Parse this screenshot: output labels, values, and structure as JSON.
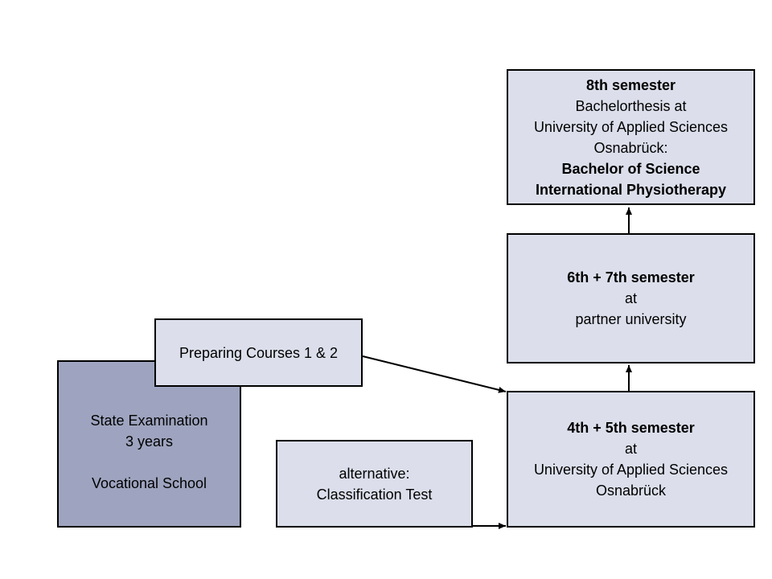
{
  "colors": {
    "box_fill": "#dcdfeb",
    "state_box_fill": "#9ea4bf",
    "border": "#000000"
  },
  "boxes": {
    "state_exam": {
      "line1": "State Examination",
      "line2": "3 years",
      "line3": "Vocational School"
    },
    "preparing": {
      "line1": "Preparing Courses 1 & 2"
    },
    "alternative": {
      "line1": "alternative:",
      "line2": "Classification Test"
    },
    "sem_4_5": {
      "line1": "4th + 5th semester",
      "line2": "at",
      "line3": "University of Applied  Sciences",
      "line4": "Osnabrück"
    },
    "sem_6_7": {
      "line1": "6th + 7th semester",
      "line2": "at",
      "line3": "partner university"
    },
    "sem_8": {
      "line1": "8th semester",
      "line2": "Bachelorthesis at",
      "line3": "University of Applied  Sciences",
      "line4": "Osnabrück:",
      "line5": "Bachelor of Science",
      "line6": "International  Physiotherapy"
    }
  }
}
